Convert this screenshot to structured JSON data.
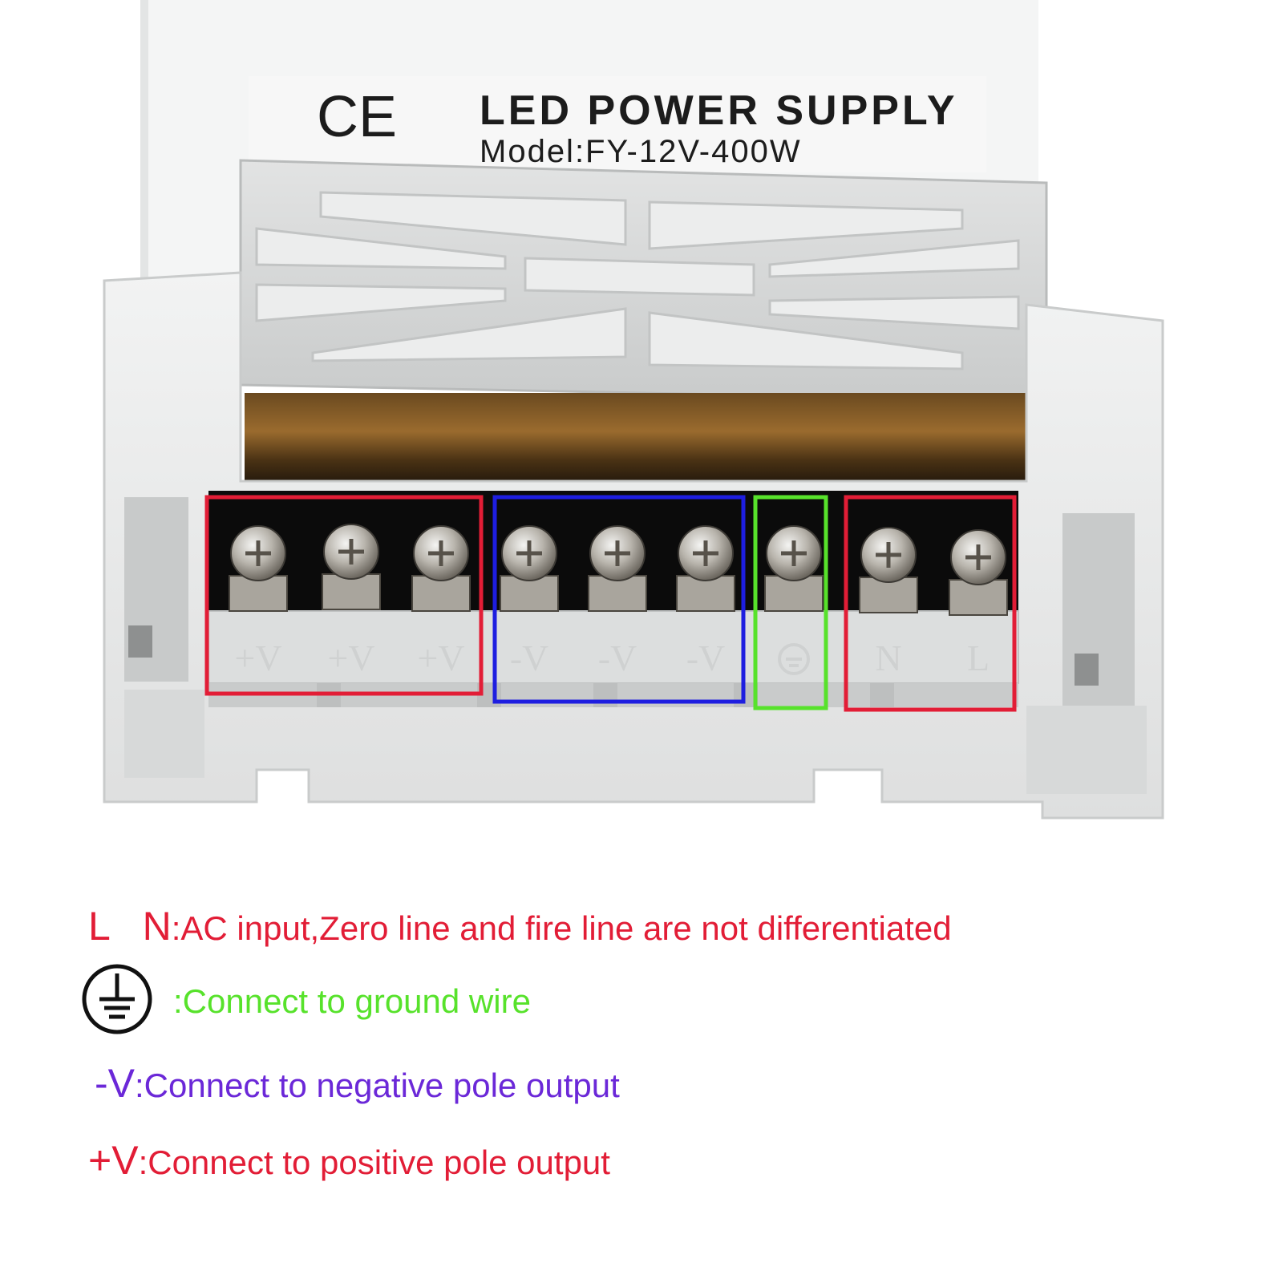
{
  "product_label": {
    "mark": "CE",
    "title": "LED POWER SUPPLY",
    "model": "Model:FY-12V-400W"
  },
  "terminals": [
    {
      "label": "+V",
      "group": "positive"
    },
    {
      "label": "+V",
      "group": "positive"
    },
    {
      "label": "+V",
      "group": "positive"
    },
    {
      "label": "-V",
      "group": "negative"
    },
    {
      "label": "-V",
      "group": "negative"
    },
    {
      "label": "-V",
      "group": "negative"
    },
    {
      "label": "",
      "group": "ground"
    },
    {
      "label": "N",
      "group": "ac"
    },
    {
      "label": "L",
      "group": "ac"
    }
  ],
  "legend": {
    "ln": {
      "key": "L   N",
      "text": ":AC input,Zero line and fire line are not differentiated"
    },
    "ground": {
      "icon": "ground-icon",
      "text": ":Connect to ground wire"
    },
    "negative": {
      "key": "-V",
      "text": ":Connect to negative pole output"
    },
    "positive": {
      "key": "+V",
      "text": ":Connect to positive pole output"
    }
  },
  "colors": {
    "red": "#e21d36",
    "green": "#57e22b",
    "blue": "#1e1ee0",
    "purple": "#6b28d8"
  }
}
